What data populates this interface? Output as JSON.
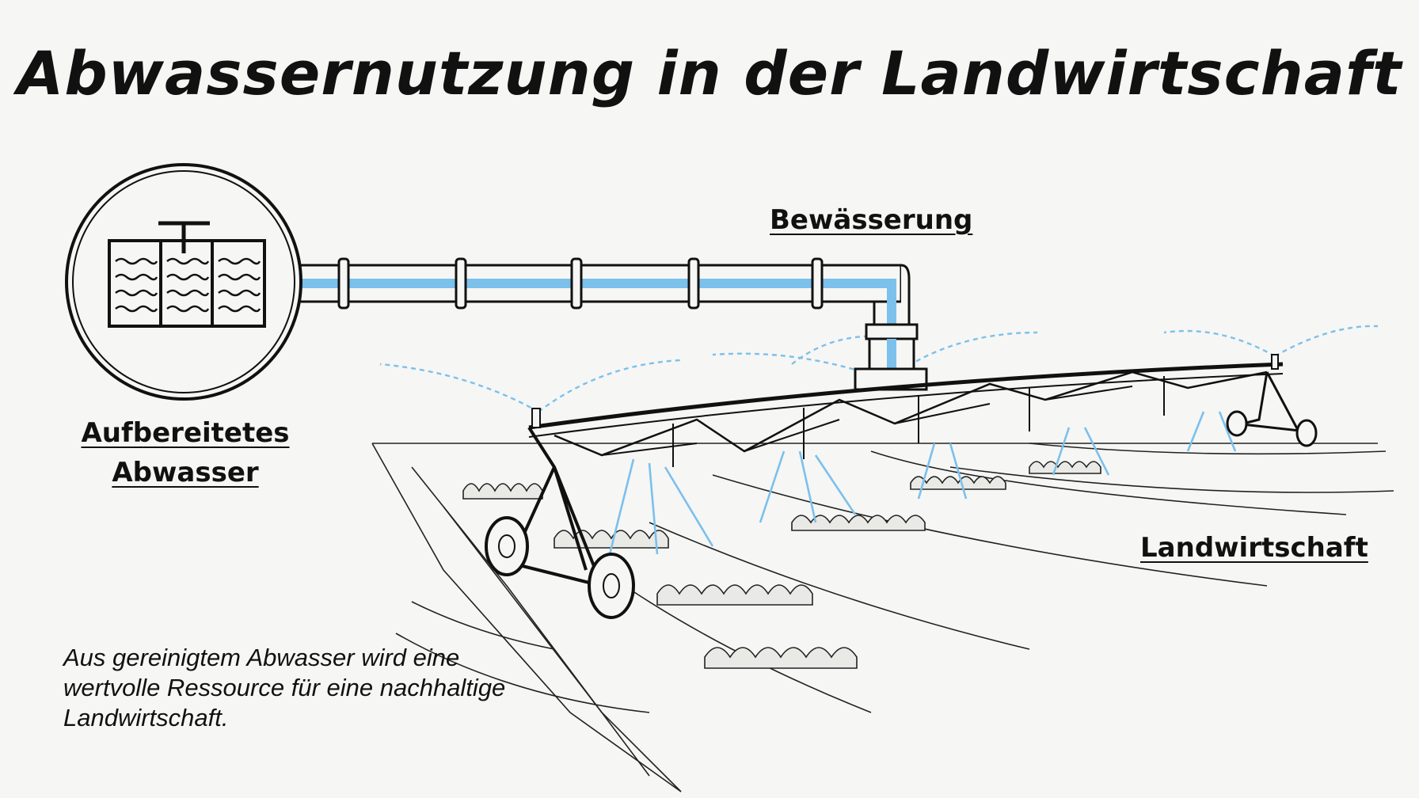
{
  "title": "Abwassernutzung in der Landwirtschaft",
  "labels": {
    "tank": "Aufbereitetes Abwasser",
    "irrigation": "Bewässerung",
    "farm": "Landwirtschaft"
  },
  "caption": "Aus gereinigtem Abwasser wird eine wertvolle Ressource für eine nachhaltige Landwirtschaft.",
  "colors": {
    "water": "#7cc0ec",
    "ink": "#111111",
    "background": "#f6f6f4"
  },
  "icons": {
    "tank": "treatment-tank-icon",
    "pipe": "pipe-icon",
    "irrigation": "center-pivot-irrigation-icon"
  }
}
